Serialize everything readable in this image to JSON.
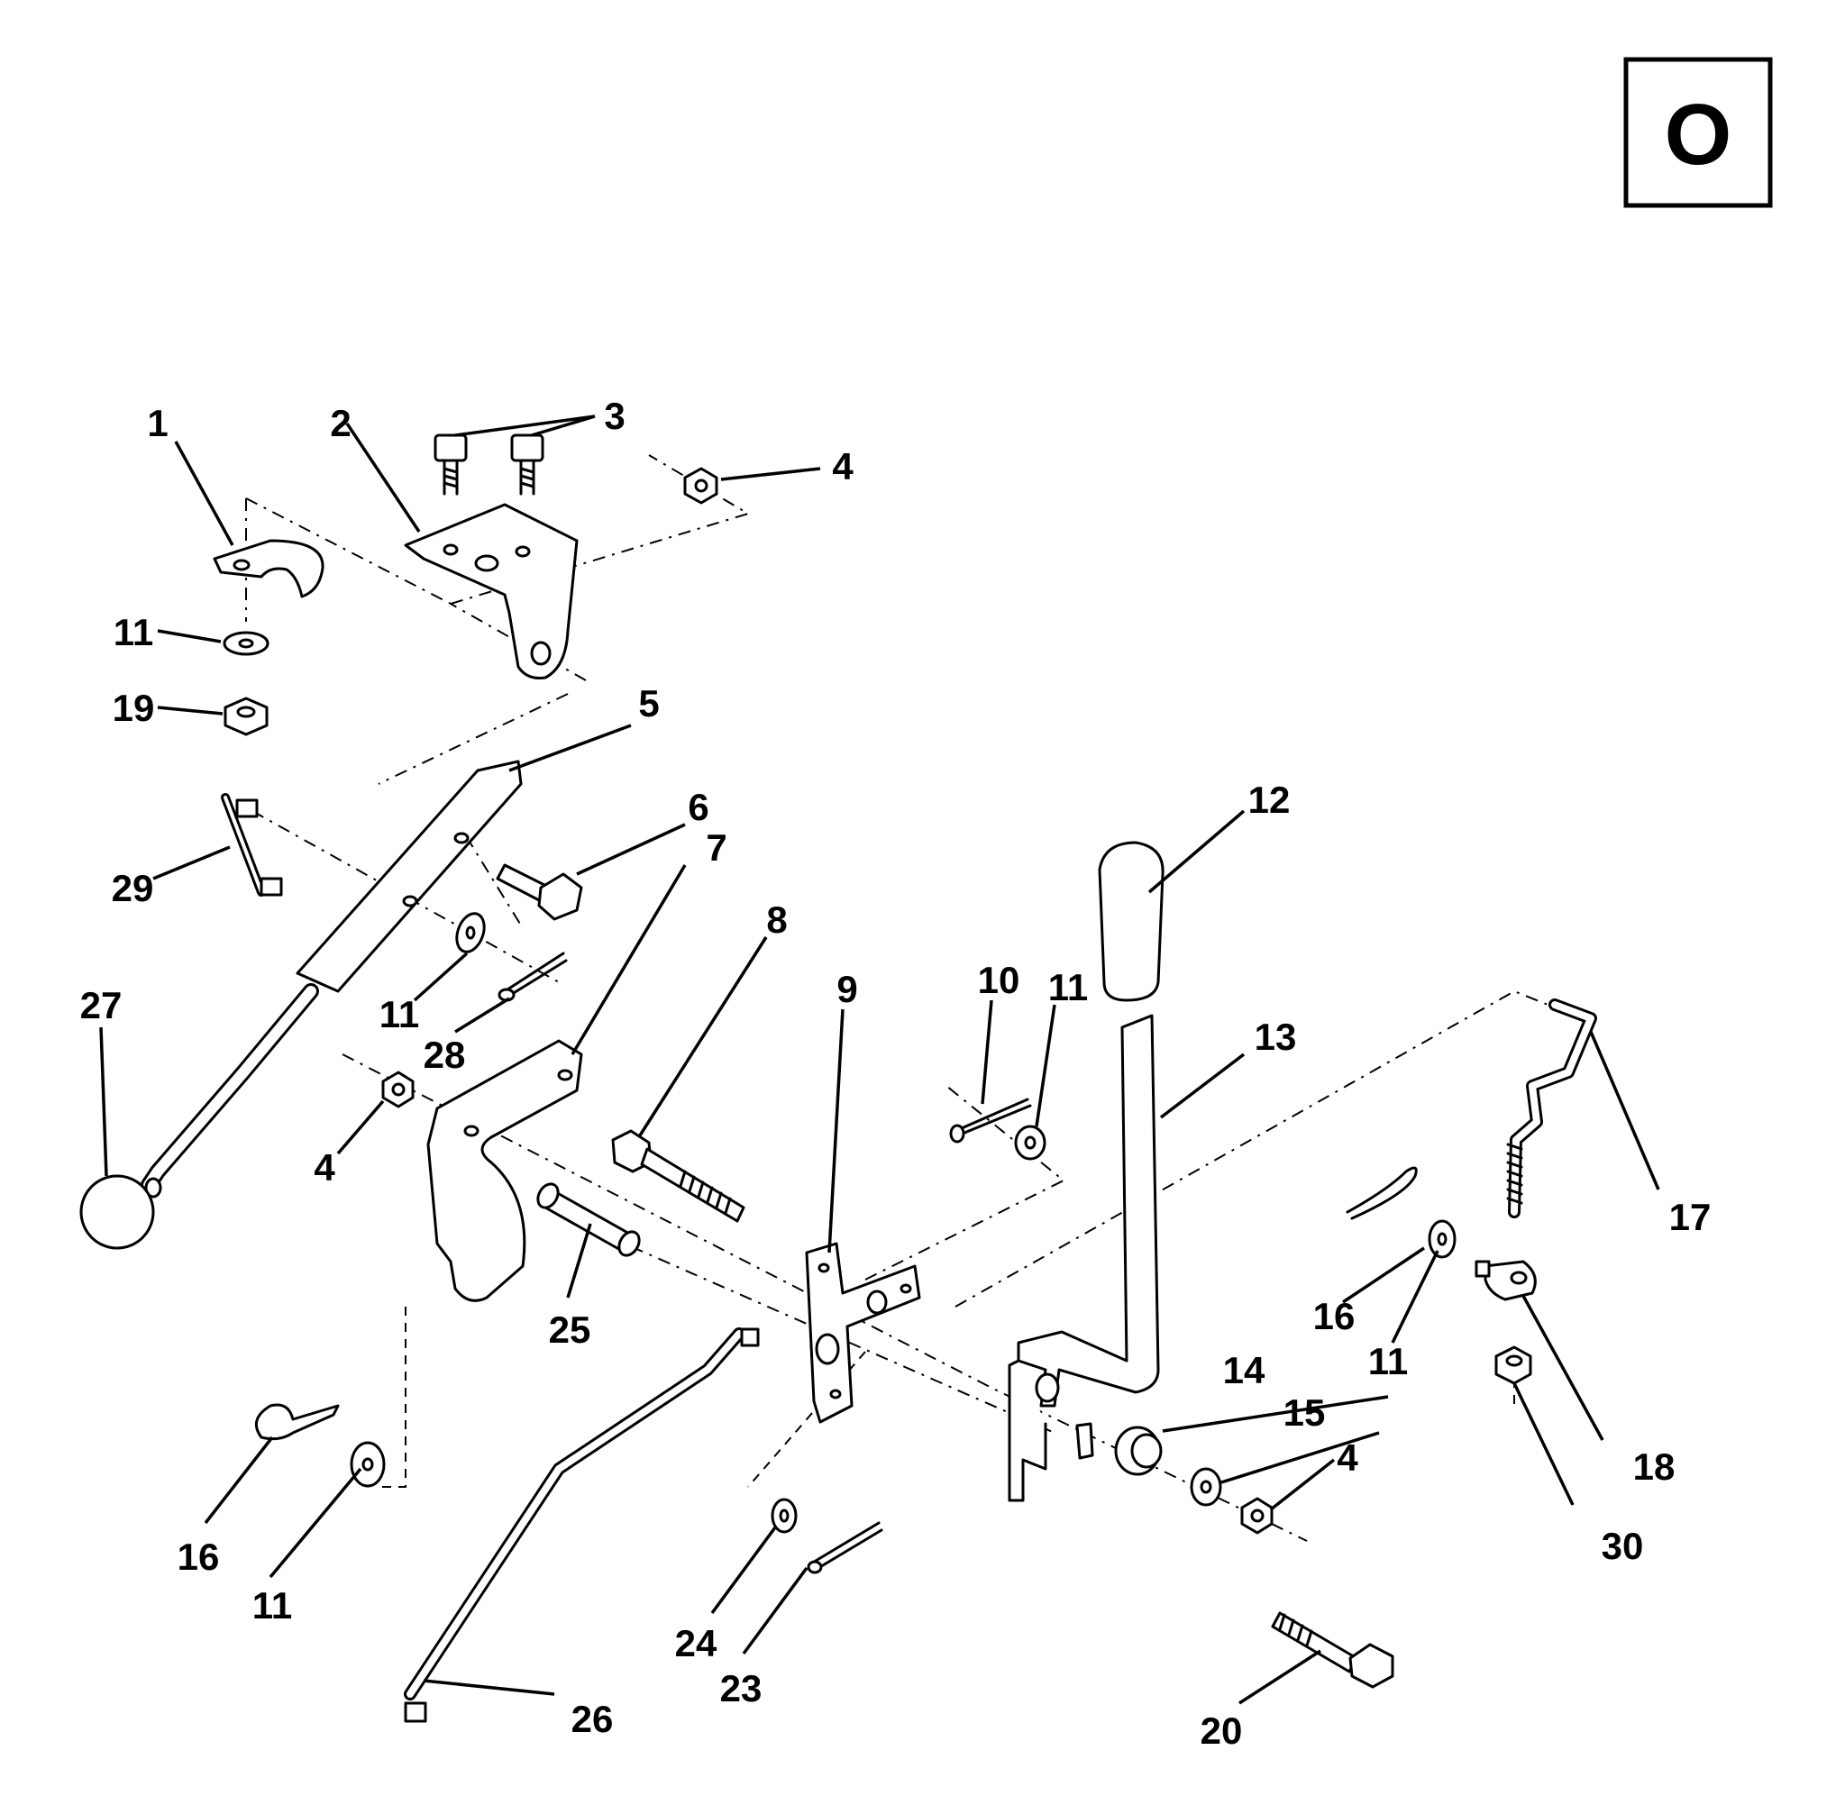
{
  "page_badge": {
    "letter": "O"
  },
  "callouts": [
    {
      "id": "1",
      "text": "1"
    },
    {
      "id": "2",
      "text": "2"
    },
    {
      "id": "3",
      "text": "3"
    },
    {
      "id": "4a",
      "text": "4"
    },
    {
      "id": "11a",
      "text": "11"
    },
    {
      "id": "19",
      "text": "19"
    },
    {
      "id": "5",
      "text": "5"
    },
    {
      "id": "6",
      "text": "6"
    },
    {
      "id": "7",
      "text": "7"
    },
    {
      "id": "29",
      "text": "29"
    },
    {
      "id": "12",
      "text": "12"
    },
    {
      "id": "8",
      "text": "8"
    },
    {
      "id": "9",
      "text": "9"
    },
    {
      "id": "10",
      "text": "10"
    },
    {
      "id": "11b",
      "text": "11"
    },
    {
      "id": "27",
      "text": "27"
    },
    {
      "id": "11c",
      "text": "11"
    },
    {
      "id": "28",
      "text": "28"
    },
    {
      "id": "13",
      "text": "13"
    },
    {
      "id": "4b",
      "text": "4"
    },
    {
      "id": "17",
      "text": "17"
    },
    {
      "id": "25",
      "text": "25"
    },
    {
      "id": "16a",
      "text": "16"
    },
    {
      "id": "11d",
      "text": "11"
    },
    {
      "id": "14",
      "text": "14"
    },
    {
      "id": "15",
      "text": "15"
    },
    {
      "id": "4c",
      "text": "4"
    },
    {
      "id": "18",
      "text": "18"
    },
    {
      "id": "16b",
      "text": "16"
    },
    {
      "id": "11e",
      "text": "11"
    },
    {
      "id": "30",
      "text": "30"
    },
    {
      "id": "24",
      "text": "24"
    },
    {
      "id": "23",
      "text": "23"
    },
    {
      "id": "26",
      "text": "26"
    },
    {
      "id": "20",
      "text": "20"
    }
  ]
}
